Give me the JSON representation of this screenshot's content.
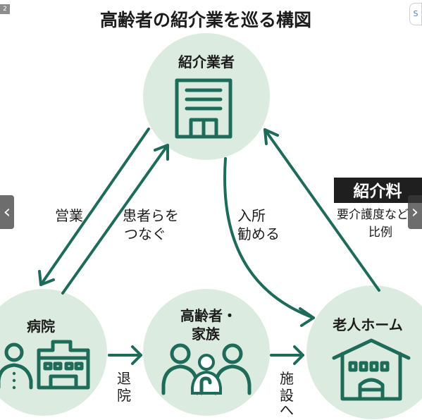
{
  "title": "高齢者の紹介業を巡る構図",
  "badge": "2",
  "nodes": {
    "agency": "紹介業者",
    "hospital": "病院",
    "family_line1": "高齢者・",
    "family_line2": "家族",
    "nursing_home": "老人ホーム"
  },
  "edges": {
    "sales": "営業",
    "connect_line1": "患者らを",
    "connect_line2": "つなぐ",
    "recommend_line1": "入所",
    "recommend_line2": "勧める",
    "discharge_line1": "退",
    "discharge_line2": "院",
    "to_facility_line1": "施",
    "to_facility_line2": "設",
    "to_facility_line3": "へ"
  },
  "fee": {
    "label": "紹介料",
    "note_line1": "要介護度など",
    "note_line2": "比例"
  },
  "controls": {
    "prev": "‹",
    "next": "›",
    "corner": "S"
  },
  "colors": {
    "accent": "#1e6b5a",
    "circle": "#dcebdf",
    "fee_box": "#1f1f1f"
  }
}
